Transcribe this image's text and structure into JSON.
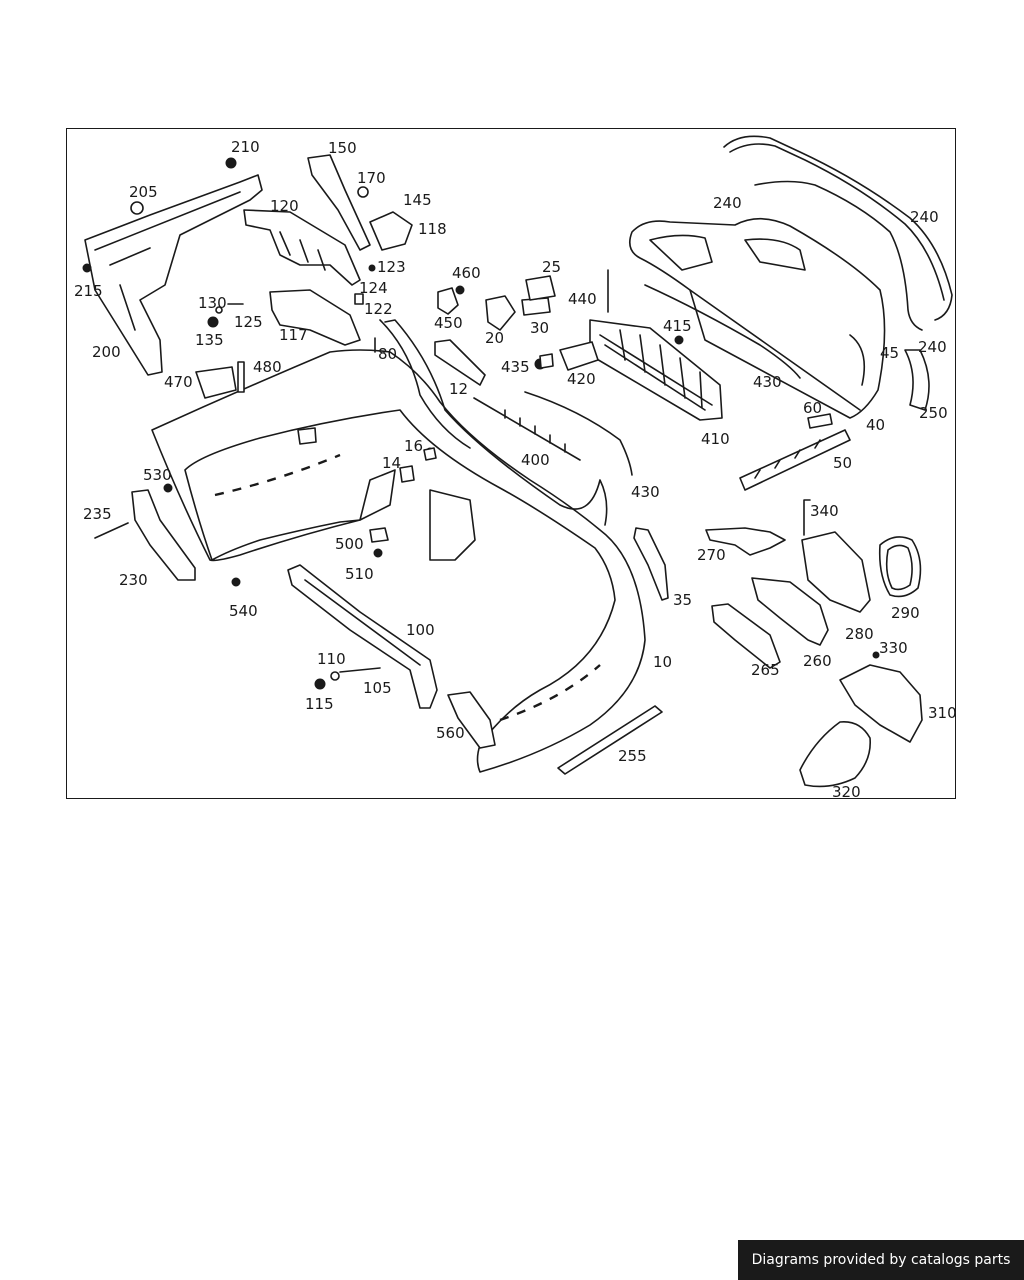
{
  "callouts": [
    "210",
    "150",
    "170",
    "205",
    "145",
    "118",
    "120",
    "123",
    "124",
    "460",
    "25",
    "440",
    "240",
    "240",
    "240",
    "215",
    "130",
    "125",
    "135",
    "122",
    "117",
    "450",
    "20",
    "30",
    "415",
    "80",
    "435",
    "420",
    "200",
    "470",
    "480",
    "12",
    "430",
    "45",
    "240",
    "60",
    "250",
    "40",
    "410",
    "16",
    "14",
    "400",
    "430",
    "50",
    "530",
    "235",
    "230",
    "540",
    "500",
    "510",
    "340",
    "270",
    "35",
    "100",
    "290",
    "280",
    "110",
    "105",
    "115",
    "10",
    "260",
    "265",
    "330",
    "310",
    "560",
    "255",
    "320"
  ],
  "footer": {
    "credit": "Diagrams provided by catalogs parts"
  },
  "colors": {
    "line": "#1a1a1a",
    "background": "#ffffff",
    "credit_bg": "#1a1a1a",
    "credit_text": "#ffffff"
  }
}
